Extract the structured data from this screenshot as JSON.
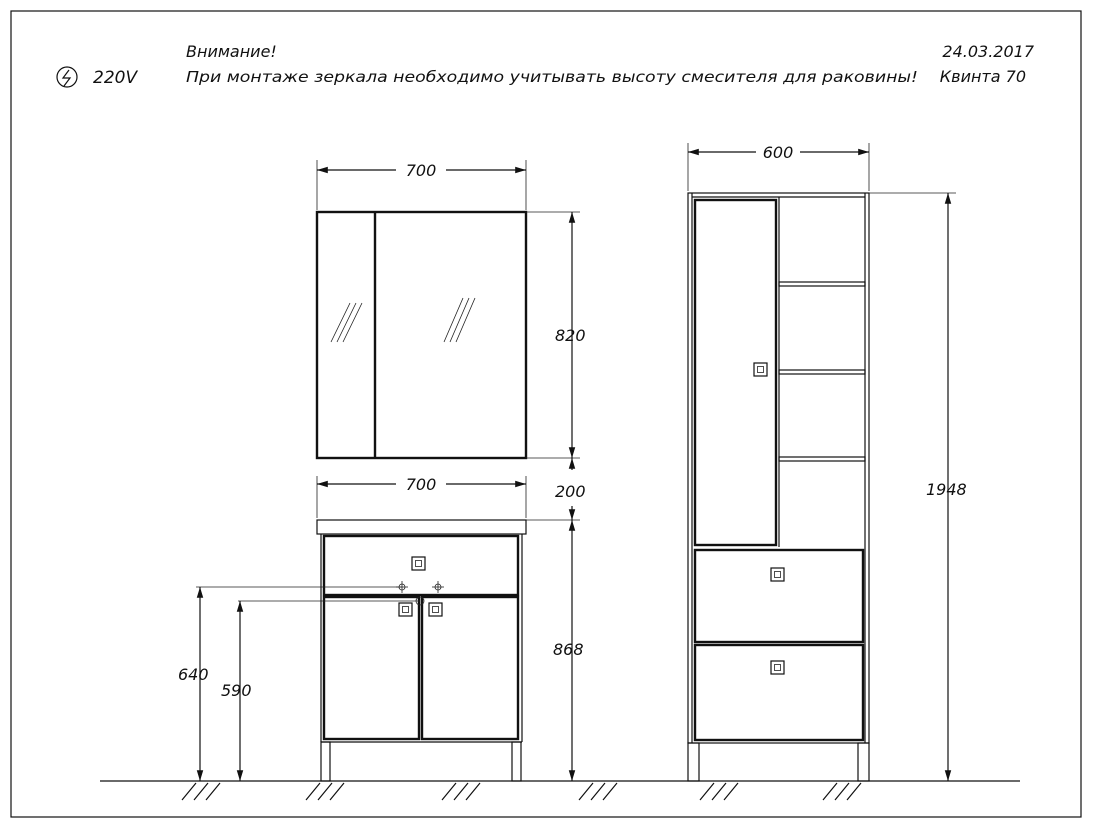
{
  "header": {
    "warning_title": "Внимание!",
    "warning_text": "При монтаже зеркала необходимо учитывать высоту смесителя для раковины!",
    "date": "24.03.2017",
    "model": "Квинта 70",
    "voltage": "220V",
    "power_icon": "lightning-bolt-icon"
  },
  "dimensions": {
    "mirror_width": "700",
    "mirror_height": "820",
    "vanity_width": "700",
    "mirror_gap": "200",
    "vanity_height": "868",
    "mixer_height_1": "640",
    "mixer_height_2": "590",
    "cabinet_width": "600",
    "cabinet_height": "1948"
  },
  "colors": {
    "line": "#111111",
    "background": "#ffffff"
  }
}
